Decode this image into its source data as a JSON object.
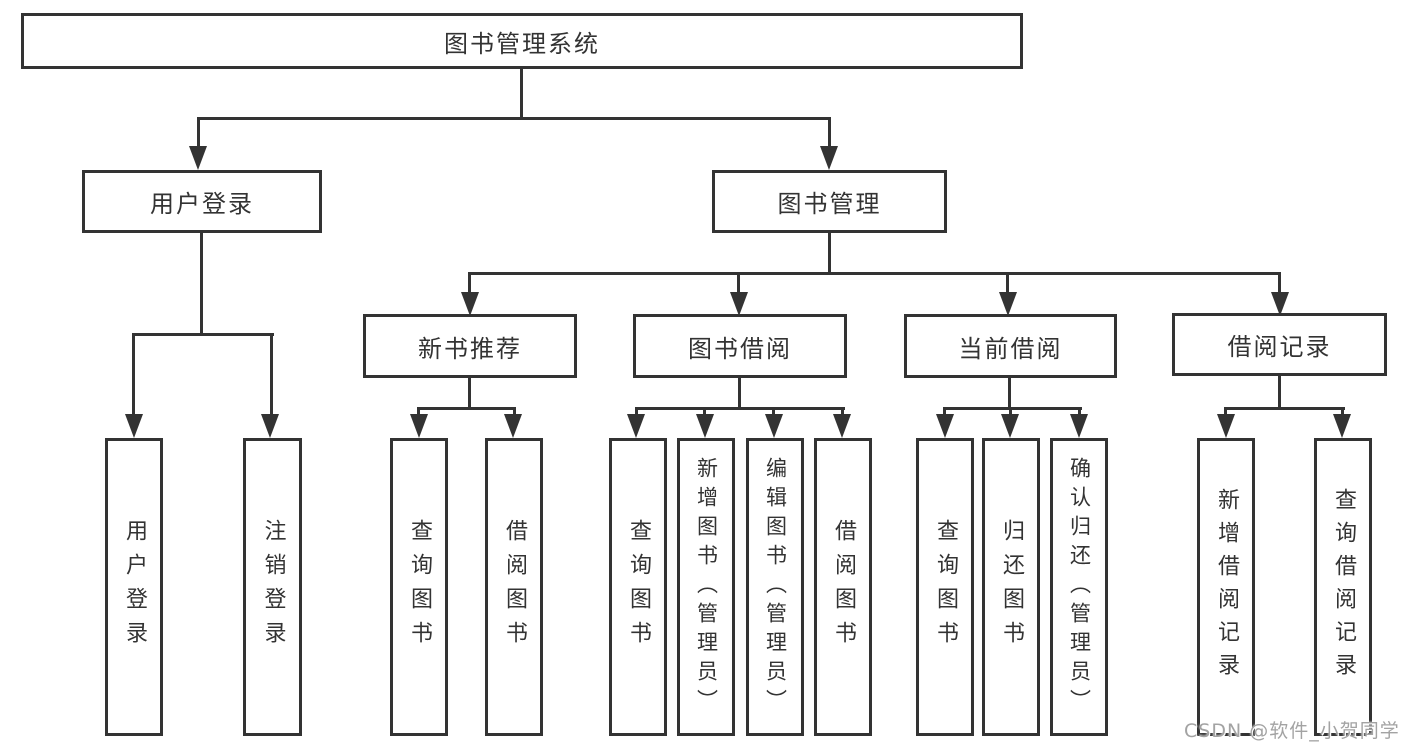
{
  "colors": {
    "line": "#333333",
    "text": "#333333",
    "box_background": "#ffffff",
    "watermark": "#a3a3a3",
    "page_background": "#ffffff"
  },
  "diagram": {
    "root": "图书管理系统",
    "branches": {
      "user_login": "用户登录",
      "book_mgmt": "图书管理"
    },
    "modules": {
      "new_books": "新书推荐",
      "book_borrow": "图书借阅",
      "current_borrow": "当前借阅",
      "borrow_records": "借阅记录"
    },
    "leaves": {
      "ul_login": "用户登录",
      "ul_logout": "注销登录",
      "nb_query": "查询图书",
      "nb_borrow": "借阅图书",
      "bb_query": "查询图书",
      "bb_add": "新增图书（管理员）",
      "bb_edit": "编辑图书（管理员）",
      "bb_borrow": "借阅图书",
      "cb_query": "查询图书",
      "cb_return": "归还图书",
      "cb_confirm": "确认归还（管理员）",
      "br_add": "新增借阅记录",
      "br_query": "查询借阅记录"
    }
  },
  "watermark": "CSDN @软件_小贺同学"
}
